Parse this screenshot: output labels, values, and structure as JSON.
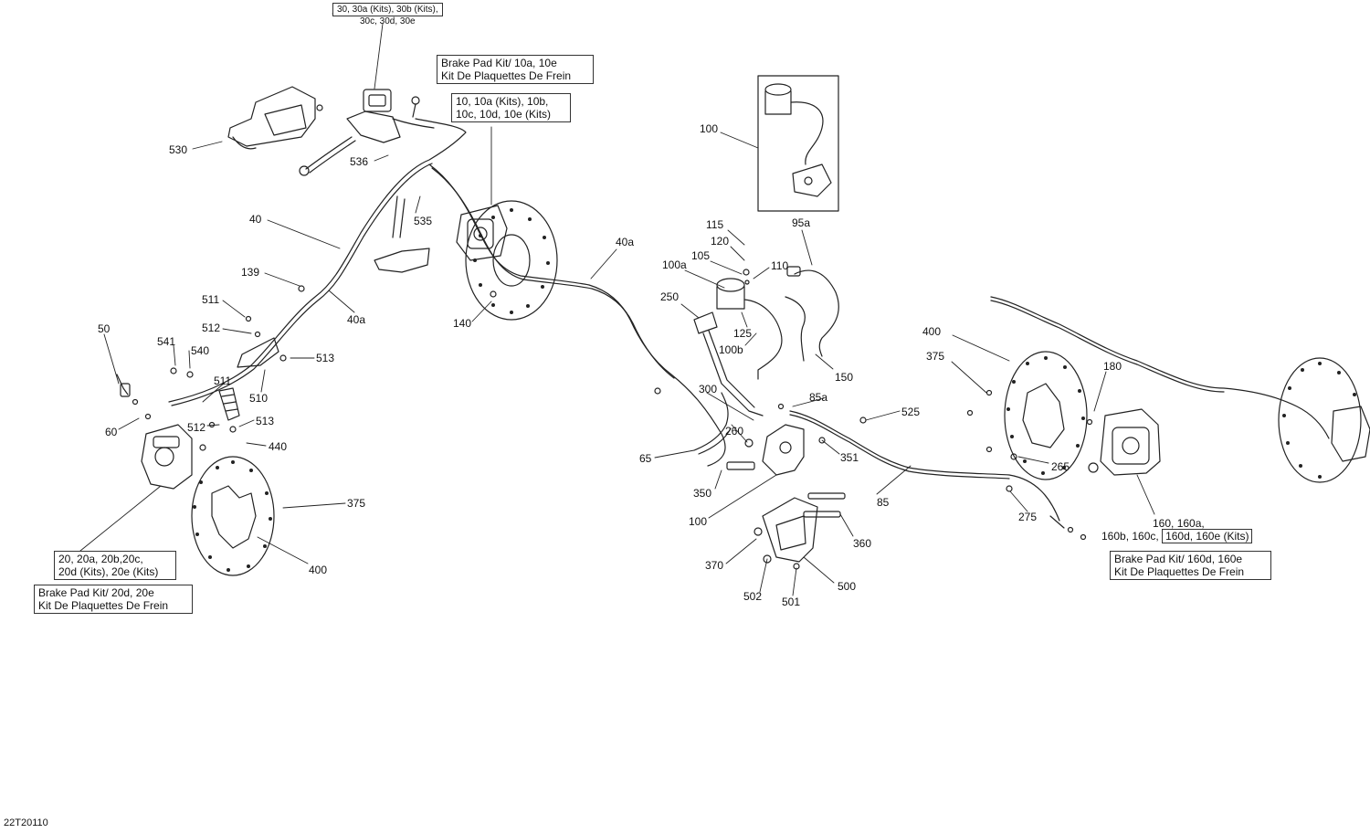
{
  "diagram_code": "22T20110",
  "callouts": [
    {
      "id": "c530",
      "text": "530"
    },
    {
      "id": "c536",
      "text": "536"
    },
    {
      "id": "c40",
      "text": "40"
    },
    {
      "id": "c535",
      "text": "535"
    },
    {
      "id": "c139",
      "text": "139"
    },
    {
      "id": "c511a",
      "text": "511"
    },
    {
      "id": "c40a1",
      "text": "40a"
    },
    {
      "id": "c512a",
      "text": "512"
    },
    {
      "id": "c140",
      "text": "140"
    },
    {
      "id": "c50",
      "text": "50"
    },
    {
      "id": "c541",
      "text": "541"
    },
    {
      "id": "c540",
      "text": "540"
    },
    {
      "id": "c513a",
      "text": "513"
    },
    {
      "id": "c511b",
      "text": "511"
    },
    {
      "id": "c510",
      "text": "510"
    },
    {
      "id": "c60",
      "text": "60"
    },
    {
      "id": "c512b",
      "text": "512"
    },
    {
      "id": "c513b",
      "text": "513"
    },
    {
      "id": "c440",
      "text": "440"
    },
    {
      "id": "c375a",
      "text": "375"
    },
    {
      "id": "c400a",
      "text": "400"
    },
    {
      "id": "c40a2",
      "text": "40a"
    },
    {
      "id": "c100top",
      "text": "100"
    },
    {
      "id": "c95a",
      "text": "95a"
    },
    {
      "id": "c115",
      "text": "115"
    },
    {
      "id": "c120",
      "text": "120"
    },
    {
      "id": "c105",
      "text": "105"
    },
    {
      "id": "c100a",
      "text": "100a"
    },
    {
      "id": "c110",
      "text": "110"
    },
    {
      "id": "c250",
      "text": "250"
    },
    {
      "id": "c125",
      "text": "125"
    },
    {
      "id": "c100b",
      "text": "100b"
    },
    {
      "id": "c150",
      "text": "150"
    },
    {
      "id": "c300",
      "text": "300"
    },
    {
      "id": "c85a",
      "text": "85a"
    },
    {
      "id": "c525",
      "text": "525"
    },
    {
      "id": "c260",
      "text": "260"
    },
    {
      "id": "c351",
      "text": "351"
    },
    {
      "id": "c65",
      "text": "65"
    },
    {
      "id": "c350",
      "text": "350"
    },
    {
      "id": "c100bot",
      "text": "100"
    },
    {
      "id": "c85",
      "text": "85"
    },
    {
      "id": "c360",
      "text": "360"
    },
    {
      "id": "c370",
      "text": "370"
    },
    {
      "id": "c500",
      "text": "500"
    },
    {
      "id": "c502",
      "text": "502"
    },
    {
      "id": "c501",
      "text": "501"
    },
    {
      "id": "c400b",
      "text": "400"
    },
    {
      "id": "c375b",
      "text": "375"
    },
    {
      "id": "c180",
      "text": "180"
    },
    {
      "id": "c265",
      "text": "265"
    },
    {
      "id": "c275",
      "text": "275"
    }
  ],
  "boxes": {
    "top_kits": {
      "line1": "30, 30a (Kits), 30b (Kits),",
      "line2": "30c, 30d, 30e"
    },
    "brake_pad_top": {
      "line1": "Brake Pad Kit/ 10a, 10e",
      "line2": "Kit De Plaquettes De Frein"
    },
    "caliper_top": {
      "line1": "10, 10a (Kits), 10b,",
      "line2": "10c, 10d, 10e (Kits)"
    },
    "caliper_left": {
      "line1": "20, 20a, 20b,20c,",
      "line2": "20d (Kits), 20e (Kits)"
    },
    "brake_pad_left": {
      "line1": "Brake Pad Kit/ 20d, 20e",
      "line2": "Kit De Plaquettes De Frein"
    },
    "caliper_right": {
      "line1": "160, 160a,",
      "line2a": "160b, 160c,",
      "line2b": "160d, 160e (Kits)"
    },
    "brake_pad_right": {
      "line1": "Brake Pad Kit/ 160d, 160e",
      "line2": "Kit De Plaquettes De Frein"
    }
  }
}
